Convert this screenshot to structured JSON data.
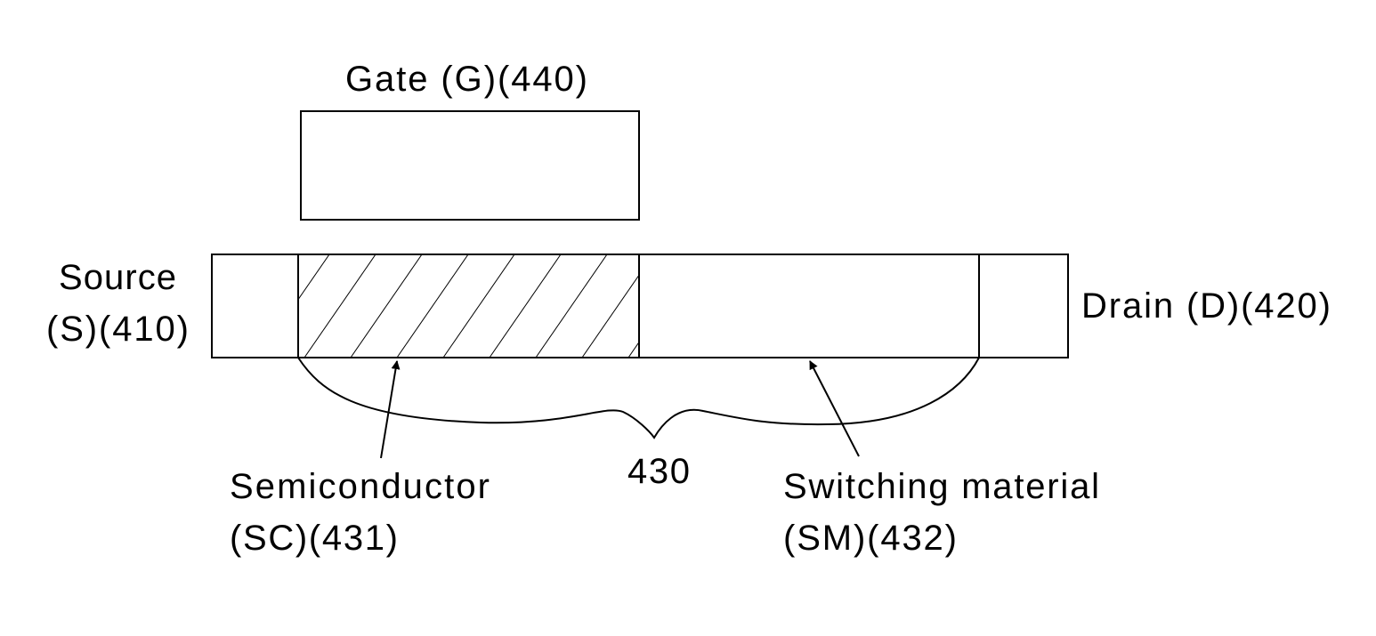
{
  "labels": {
    "gate": "Gate (G)(440)",
    "source_line1": "Source",
    "source_line2": "(S)(410)",
    "drain": "Drain (D)(420)",
    "channel": "430",
    "semiconductor_line1": "Semiconductor",
    "semiconductor_line2": "(SC)(431)",
    "switching_line1": "Switching material",
    "switching_line2": "(SM)(432)"
  },
  "colors": {
    "line": "#000000",
    "background": "#ffffff"
  }
}
